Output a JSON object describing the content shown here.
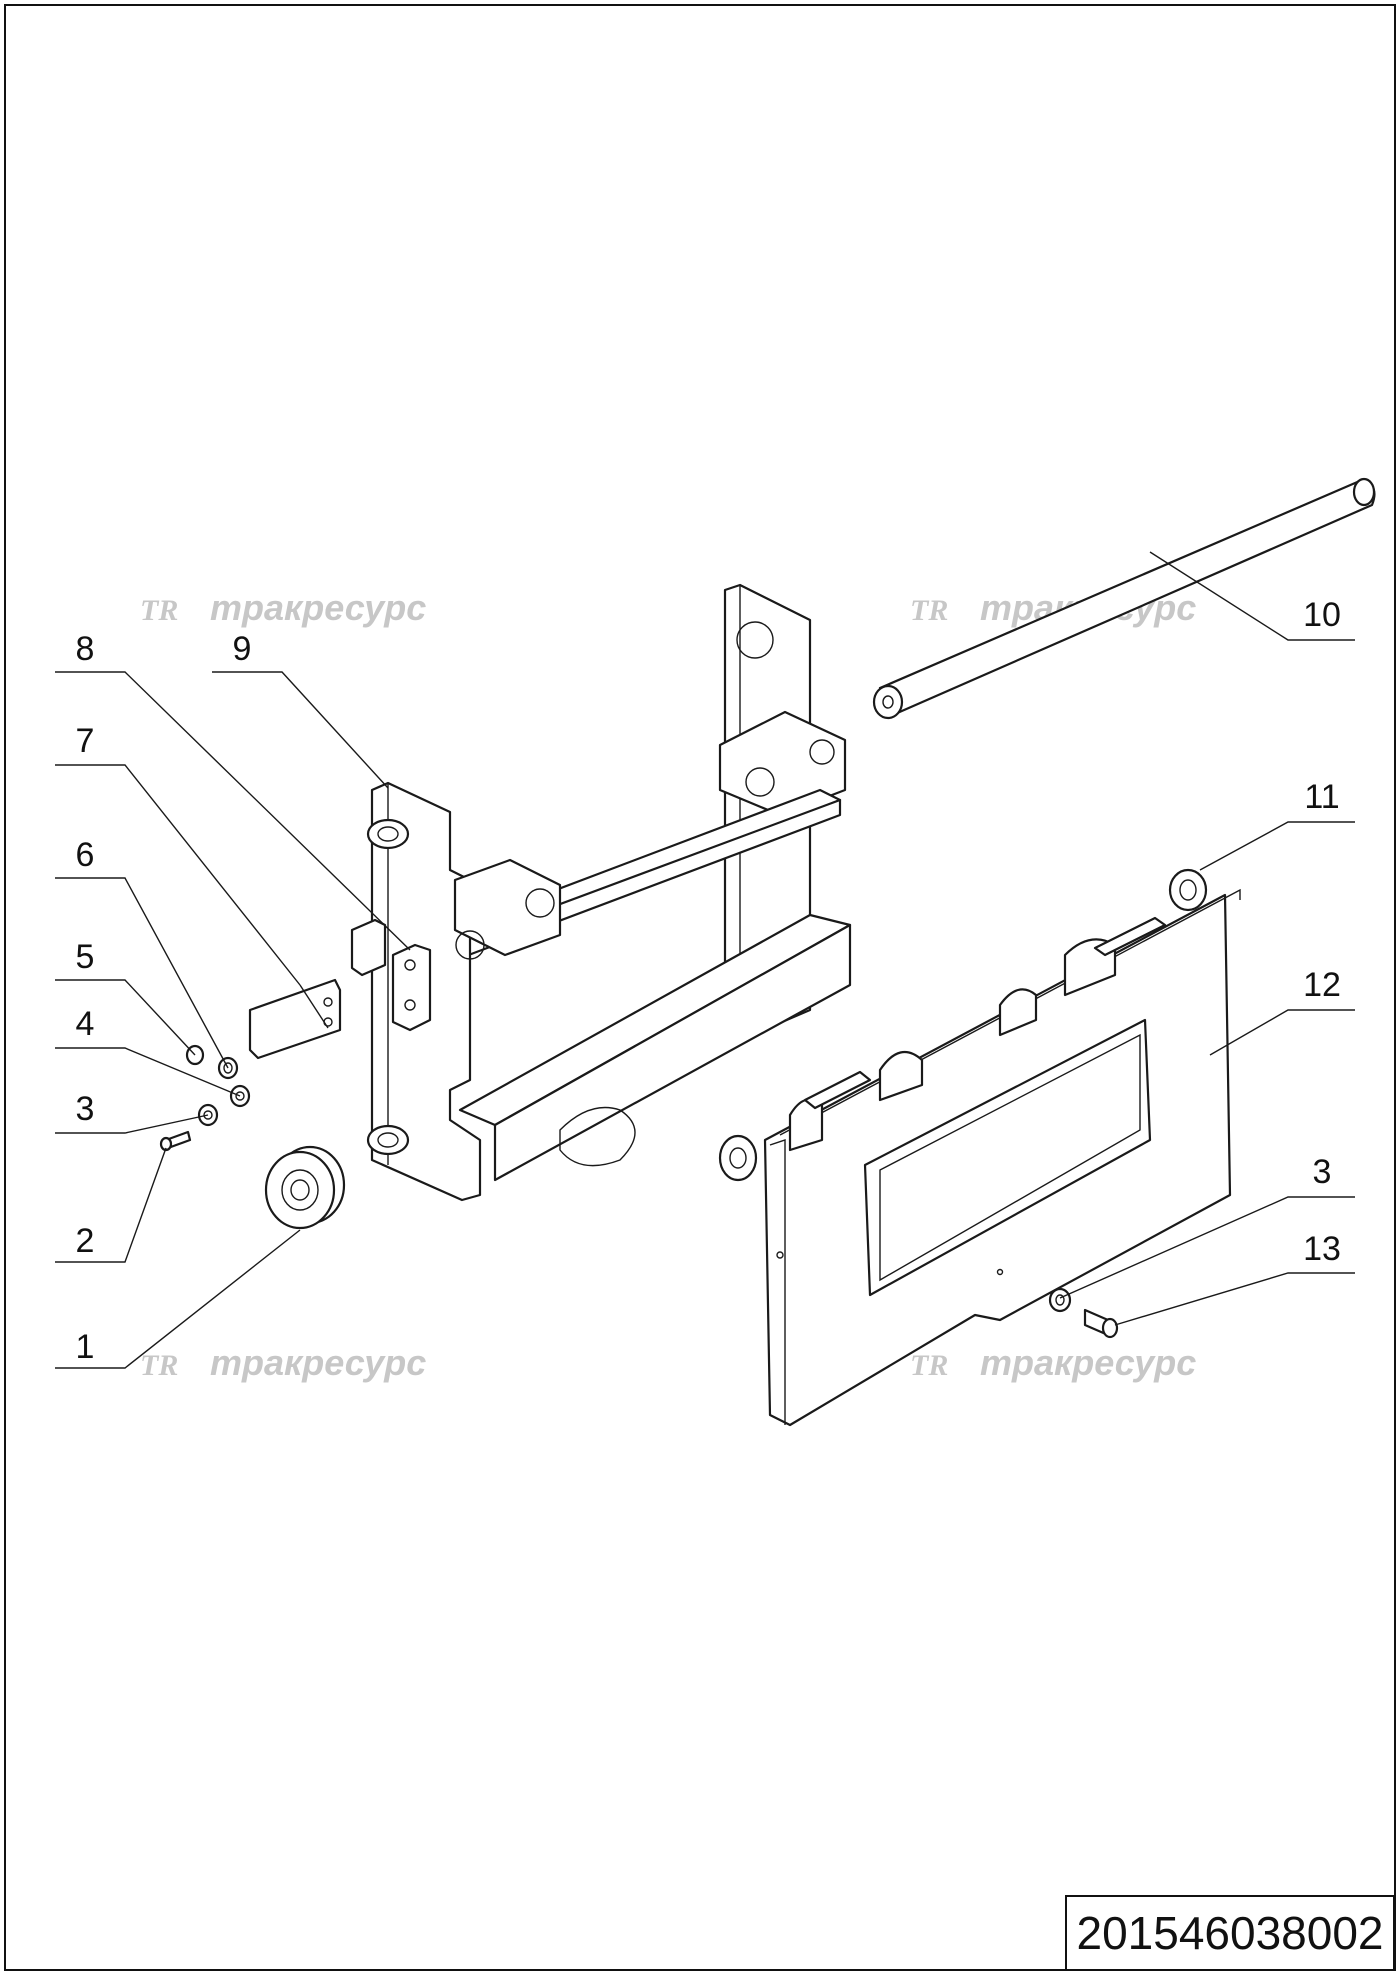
{
  "drawing_number": "201546038002",
  "watermark": {
    "logo": "TR",
    "text": "тракресурс"
  },
  "callouts": [
    {
      "label": "1"
    },
    {
      "label": "2"
    },
    {
      "label": "3"
    },
    {
      "label": "4"
    },
    {
      "label": "5"
    },
    {
      "label": "6"
    },
    {
      "label": "7"
    },
    {
      "label": "8"
    },
    {
      "label": "9"
    },
    {
      "label": "10"
    },
    {
      "label": "11"
    },
    {
      "label": "12"
    },
    {
      "label": "3"
    },
    {
      "label": "13"
    }
  ]
}
